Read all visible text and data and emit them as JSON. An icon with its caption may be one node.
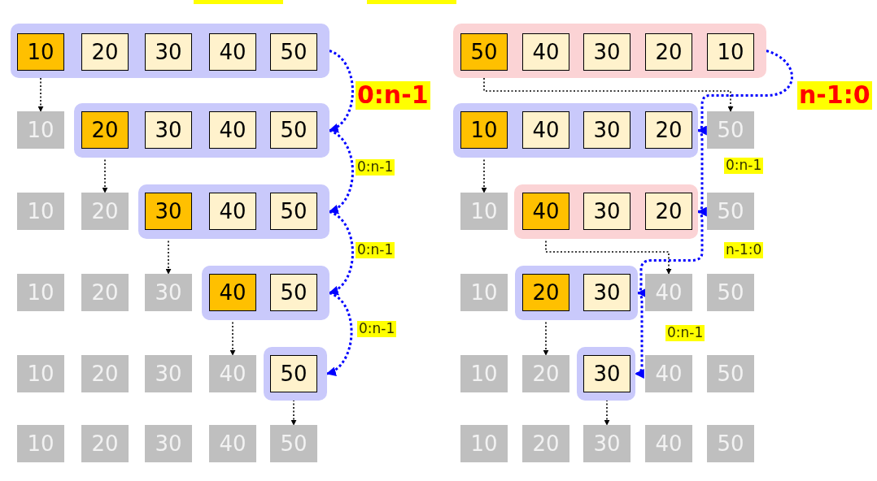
{
  "diagram": {
    "nodes": [
      {
        "text": [],
        "shape": "box"
      },
      {
        "text": [
          "10"
        ],
        "in": 0
      },
      {
        "text": [
          "20"
        ],
        "in": 0
      },
      {
        "text": [
          "30"
        ],
        "in": 0
      },
      {
        "text": [
          "40"
        ],
        "in": 0
      },
      {
        "text": [
          "50"
        ],
        "in": 0
      },
      {
        "text": [
          "10"
        ]
      },
      {
        "text": [],
        "shape": "box"
      },
      {
        "text": [
          "20"
        ],
        "in": 7
      },
      {
        "text": [
          "30"
        ],
        "in": 7
      },
      {
        "text": [
          "40"
        ],
        "in": 7
      },
      {
        "text": [
          "50"
        ],
        "in": 7
      },
      {
        "text": [
          "10"
        ]
      },
      {
        "text": [
          "20"
        ]
      },
      {
        "text": [],
        "shape": "box"
      },
      {
        "text": [
          "30"
        ],
        "in": 14
      },
      {
        "text": [
          "40"
        ],
        "in": 14
      },
      {
        "text": [
          "50"
        ],
        "in": 14
      },
      {
        "text": [
          "10"
        ]
      },
      {
        "text": [
          "20"
        ]
      },
      {
        "text": [
          "30"
        ]
      },
      {
        "text": [],
        "shape": "box"
      },
      {
        "text": [
          "40"
        ],
        "in": 21
      },
      {
        "text": [
          "50"
        ],
        "in": 21
      },
      {
        "text": [
          "10"
        ]
      },
      {
        "text": [
          "20"
        ]
      },
      {
        "text": [
          "30"
        ]
      },
      {
        "text": [
          "40"
        ]
      },
      {
        "text": [],
        "shape": "box"
      },
      {
        "text": [
          "50"
        ],
        "in": 28
      },
      {
        "text": [
          "10"
        ]
      },
      {
        "text": [
          "20"
        ]
      },
      {
        "text": [
          "30"
        ]
      },
      {
        "text": [
          "40"
        ]
      },
      {
        "text": [
          "50"
        ]
      },
      {
        "text": [],
        "shape": "box"
      },
      {
        "text": [
          "50"
        ],
        "in": 35
      },
      {
        "text": [
          "40"
        ],
        "in": 35
      },
      {
        "text": [
          "30"
        ],
        "in": 35
      },
      {
        "text": [
          "20"
        ],
        "in": 35
      },
      {
        "text": [
          "10"
        ],
        "in": 35
      },
      {
        "text": [],
        "shape": "box"
      },
      {
        "text": [
          "10"
        ],
        "in": 41
      },
      {
        "text": [
          "40"
        ],
        "in": 41
      },
      {
        "text": [
          "30"
        ],
        "in": 41
      },
      {
        "text": [
          "20"
        ],
        "in": 41
      },
      {
        "text": [
          "50"
        ]
      },
      {
        "text": [
          "10"
        ]
      },
      {
        "text": [],
        "shape": "box"
      },
      {
        "text": [
          "40"
        ],
        "in": 48
      },
      {
        "text": [
          "30"
        ],
        "in": 48
      },
      {
        "text": [
          "20"
        ],
        "in": 48
      },
      {
        "text": [
          "50"
        ]
      },
      {
        "text": [
          "10"
        ]
      },
      {
        "text": [],
        "shape": "box"
      },
      {
        "text": [
          "20"
        ],
        "in": 54
      },
      {
        "text": [
          "30"
        ],
        "in": 54
      },
      {
        "text": [
          "40"
        ]
      },
      {
        "text": [
          "50"
        ]
      },
      {
        "text": [
          "10"
        ]
      },
      {
        "text": [
          "20"
        ]
      },
      {
        "text": [],
        "shape": "box"
      },
      {
        "text": [
          "30"
        ],
        "in": 61
      },
      {
        "text": [
          "40"
        ]
      },
      {
        "text": [
          "50"
        ]
      },
      {
        "text": [
          "10"
        ]
      },
      {
        "text": [
          "20"
        ]
      },
      {
        "text": [
          "30"
        ]
      },
      {
        "text": [
          "40"
        ]
      },
      {
        "text": [
          "50"
        ]
      }
    ],
    "edges": [
      {
        "from": 1,
        "to": 6,
        "arrow": "to",
        "style": "dashed"
      },
      {
        "from": 8,
        "to": 13,
        "arrow": "to",
        "style": "dashed"
      },
      {
        "from": 15,
        "to": 20,
        "arrow": "to",
        "style": "dashed"
      },
      {
        "from": 22,
        "to": 27,
        "arrow": "to",
        "style": "dashed"
      },
      {
        "from": 29,
        "to": 34,
        "arrow": "to",
        "style": "dashed"
      },
      {
        "from": 0,
        "to": 7,
        "arrow": "to",
        "label": "0:n-1",
        "style": "dashed",
        "color": "#0000ff"
      },
      {
        "from": 7,
        "to": 14,
        "arrow": "to",
        "label": "0:n-1",
        "style": "dashed",
        "color": "#0000ff"
      },
      {
        "from": 14,
        "to": 21,
        "arrow": "to",
        "label": "0:n-1",
        "style": "dashed",
        "color": "#0000ff"
      },
      {
        "from": 21,
        "to": 28,
        "arrow": "to",
        "label": "0:n-1",
        "style": "dashed",
        "color": "#0000ff"
      },
      {
        "from": 36,
        "to": 46,
        "arrow": "to",
        "style": "dashed"
      },
      {
        "from": 42,
        "to": 47,
        "arrow": "to",
        "style": "dashed"
      },
      {
        "from": 49,
        "to": 57,
        "arrow": "to",
        "style": "dashed"
      },
      {
        "from": 55,
        "to": 60,
        "arrow": "to",
        "style": "dashed"
      },
      {
        "from": 62,
        "to": 67,
        "arrow": "to",
        "style": "dashed"
      },
      {
        "from": 35,
        "to": 41,
        "arrow": "to",
        "label": "n-1:0",
        "style": "dashed",
        "color": "#0000ff"
      },
      {
        "from": 41,
        "to": 48,
        "arrow": "to",
        "label": "0:n-1",
        "style": "dashed",
        "color": "#0000ff"
      },
      {
        "from": 48,
        "to": 54,
        "arrow": "to",
        "label": "n-1:0",
        "style": "dashed",
        "color": "#0000ff"
      },
      {
        "from": 54,
        "to": 61,
        "arrow": "to",
        "label": "0:n-1",
        "style": "dashed",
        "color": "#0000ff"
      }
    ]
  }
}
